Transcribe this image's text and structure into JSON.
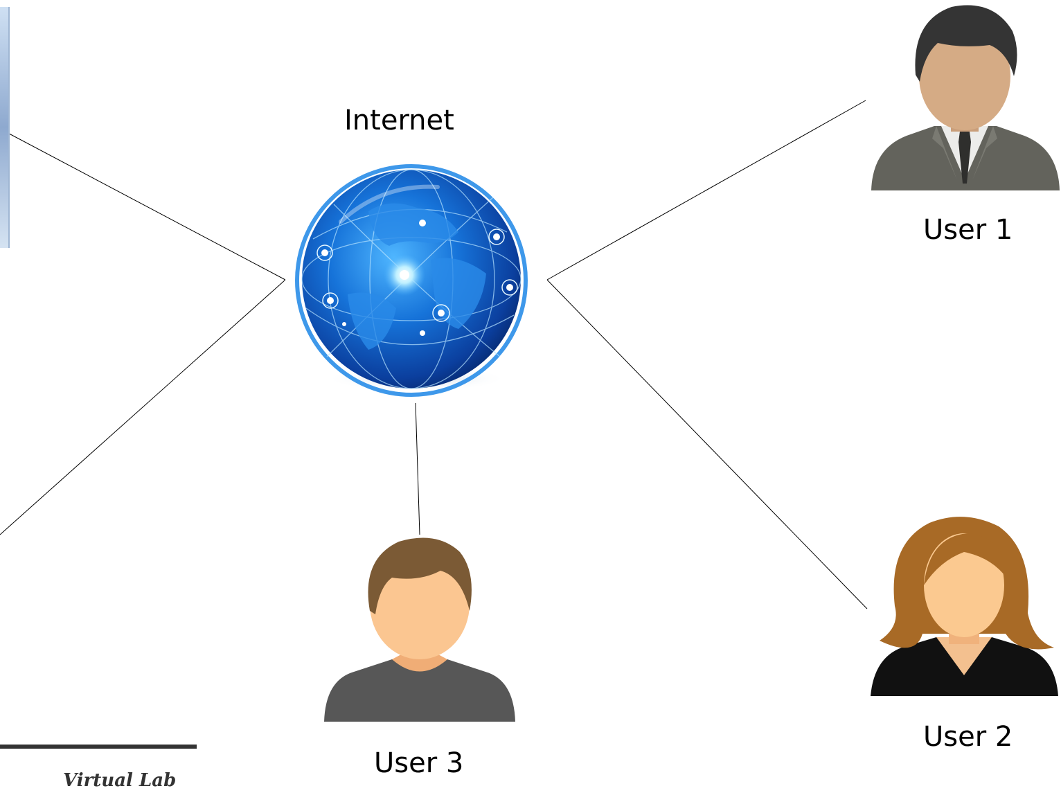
{
  "diagram": {
    "internet_label": "Internet",
    "users": [
      {
        "label": "User 1"
      },
      {
        "label": "User 2"
      },
      {
        "label": "User 3"
      }
    ]
  },
  "footer": {
    "text": "Virtual Lab"
  },
  "colors": {
    "globe_blue": "#1a6fd6",
    "line": "#000000"
  },
  "icons": [
    "globe-icon",
    "male-user-suit-icon",
    "female-user-icon",
    "male-user-icon",
    "server-icon"
  ]
}
